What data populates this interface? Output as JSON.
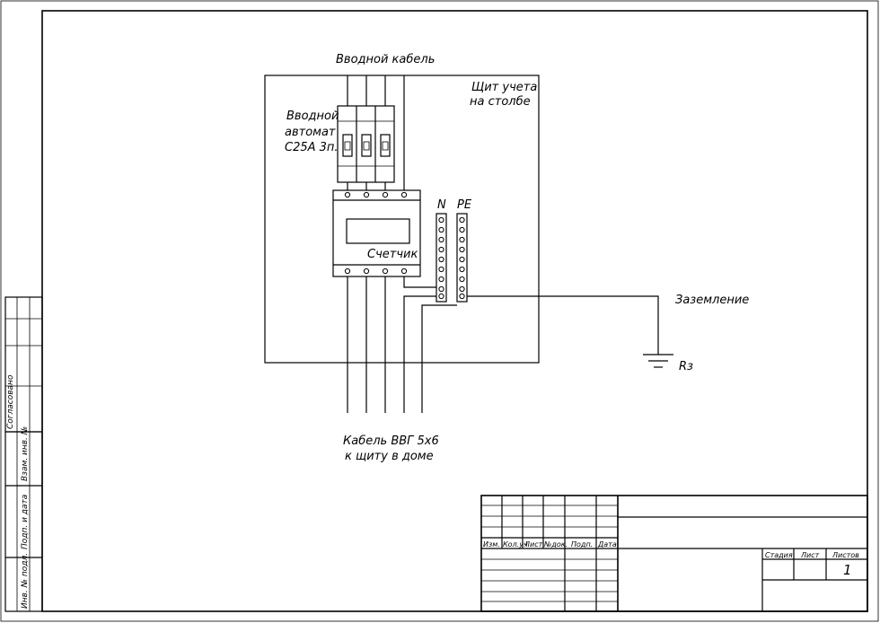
{
  "diagram": {
    "input_cable": "Вводной кабель",
    "panel_label": [
      "Щит учета",
      "на столбе"
    ],
    "breaker_label": [
      "Вводной",
      "автомат",
      "С25А 3п."
    ],
    "meter_label": "Счетчик",
    "bus_n": "N",
    "bus_pe": "PE",
    "grounding": "Заземление",
    "ground_res": "Rз",
    "cable_label": [
      "Кабель ВВГ 5х6",
      "к щиту в доме"
    ]
  },
  "side_stamp": {
    "agreed": "Согласовано",
    "inv_swap": "Взам. инв. №",
    "sign_date": "Подп. и дата",
    "inv_orig": "Инв. № подл."
  },
  "title_block": {
    "col_headers": [
      "Изм.",
      "Кол.уч",
      "Лист",
      "№док.",
      "Подп.",
      "Дата"
    ],
    "stage": "Стадия",
    "sheet": "Лист",
    "sheets": "Листов",
    "sheets_value": "1"
  }
}
